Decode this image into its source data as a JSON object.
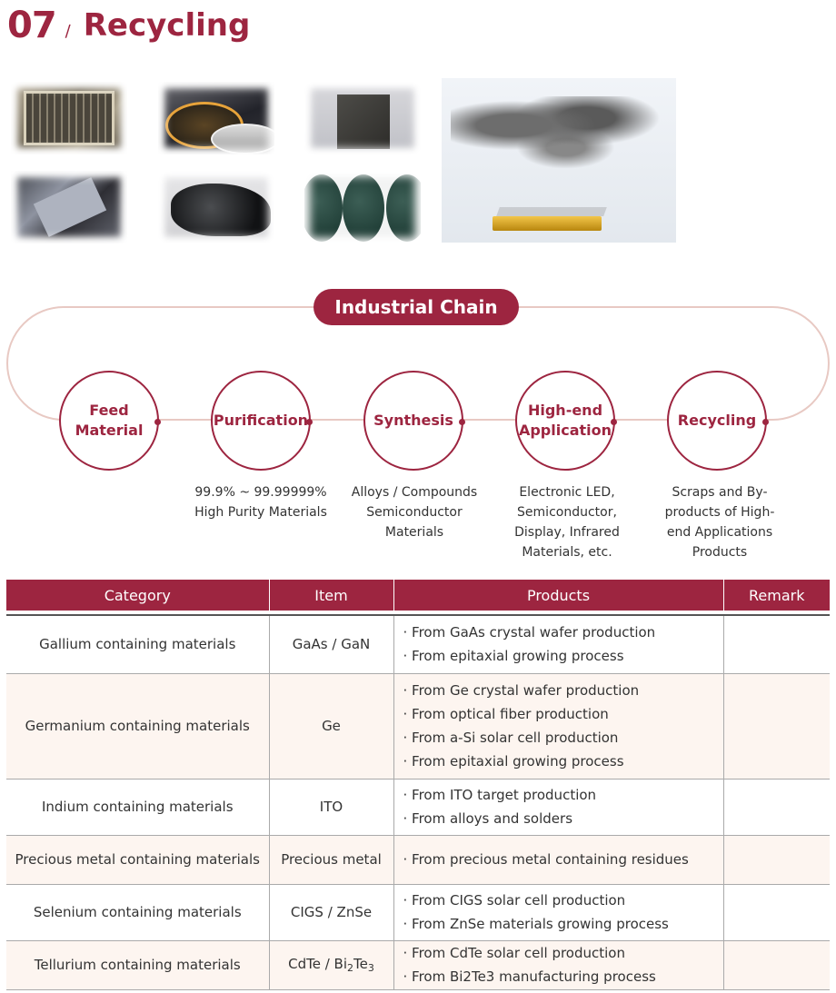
{
  "header": {
    "number": "07",
    "slash": "/",
    "title": "Recycling"
  },
  "photos": [
    "photo-wafer-grid",
    "photo-optical-lenses",
    "photo-target-plate",
    "photo-metal-scrap",
    "photo-black-powder",
    "photo-green-discs",
    "photo-recycling-gold-bar"
  ],
  "chain": {
    "title": "Industrial Chain",
    "stages": [
      {
        "label1": "Feed",
        "label2": "Material",
        "desc": []
      },
      {
        "label1": "Purification",
        "label2": "",
        "desc": [
          "99.9% ~ 99.99999%",
          "High Purity Materials"
        ]
      },
      {
        "label1": "Synthesis",
        "label2": "",
        "desc": [
          "Alloys / Compounds",
          "Semiconductor",
          "Materials"
        ]
      },
      {
        "label1": "High-end",
        "label2": "Application",
        "desc": [
          "Electronic LED,",
          "Semiconductor,",
          "Display, Infrared",
          "Materials, etc."
        ]
      },
      {
        "label1": "Recycling",
        "label2": "",
        "desc": [
          "Scraps and By-",
          "products of  High-",
          "end Applications",
          "Products"
        ]
      }
    ],
    "color": "#9d2540"
  },
  "table": {
    "headers": [
      "Category",
      "Item",
      "Products",
      "Remark"
    ],
    "rows": [
      {
        "category": "Gallium containing materials",
        "item": "GaAs / GaN",
        "products": [
          "· From GaAs crystal wafer production",
          "· From epitaxial growing process"
        ],
        "remark": ""
      },
      {
        "category": "Germanium containing materials",
        "item": "Ge",
        "products": [
          "· From Ge crystal wafer production",
          "· From optical fiber production",
          "· From a-Si solar cell production",
          "· From epitaxial growing process"
        ],
        "remark": ""
      },
      {
        "category": "Indium containing materials",
        "item": "ITO",
        "products": [
          "· From ITO target production",
          "· From alloys and solders"
        ],
        "remark": ""
      },
      {
        "category": "Precious metal containing materials",
        "item": "Precious metal",
        "products": [
          "· From precious metal containing residues"
        ],
        "remark": ""
      },
      {
        "category": "Selenium containing materials",
        "item": "CIGS / ZnSe",
        "products": [
          "· From CIGS solar cell production",
          "· From ZnSe materials growing process"
        ],
        "remark": ""
      },
      {
        "category": "Tellurium containing materials",
        "item_parts": [
          "CdTe / Bi",
          "2",
          "Te",
          "3"
        ],
        "products": [
          "· From CdTe solar cell production",
          "· From Bi2Te3 manufacturing process"
        ],
        "remark": ""
      }
    ]
  }
}
